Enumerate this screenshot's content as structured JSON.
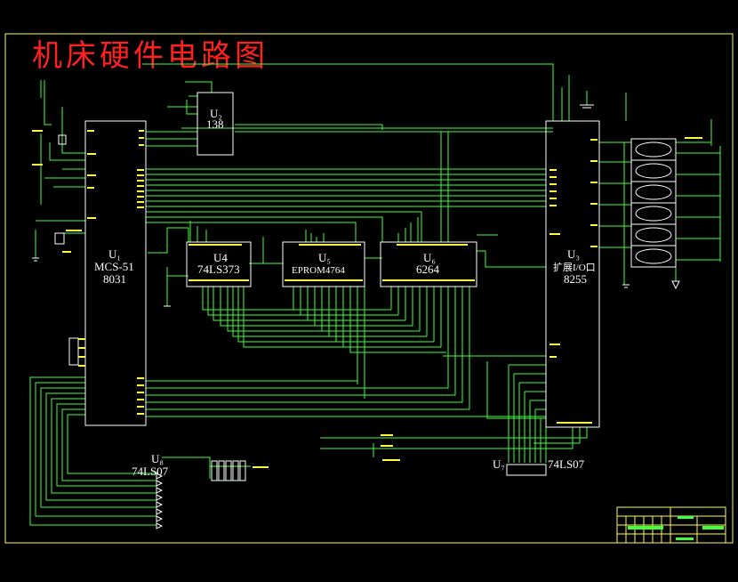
{
  "title": "机床硬件电路图",
  "chips": {
    "u1": {
      "ref": "U₁",
      "name": "MCS-51",
      "part": "8031"
    },
    "u2": {
      "ref": "U₂",
      "part": "138"
    },
    "u3": {
      "ref": "U₃",
      "name": "扩展I/O口",
      "part": "8255"
    },
    "u4": {
      "ref": "U4",
      "part": "74LS373"
    },
    "u5": {
      "ref": "U₅",
      "part": "EPROM4764"
    },
    "u6": {
      "ref": "U₆",
      "part": "6264"
    },
    "u7": {
      "ref": "U₇",
      "part": "74LS07"
    },
    "u8": {
      "ref": "U₈",
      "part": "74LS07"
    }
  },
  "colors": {
    "frame": "#ffff40",
    "wire": "#40ff40",
    "chip": "#ffffff",
    "title": "#ff2020"
  }
}
